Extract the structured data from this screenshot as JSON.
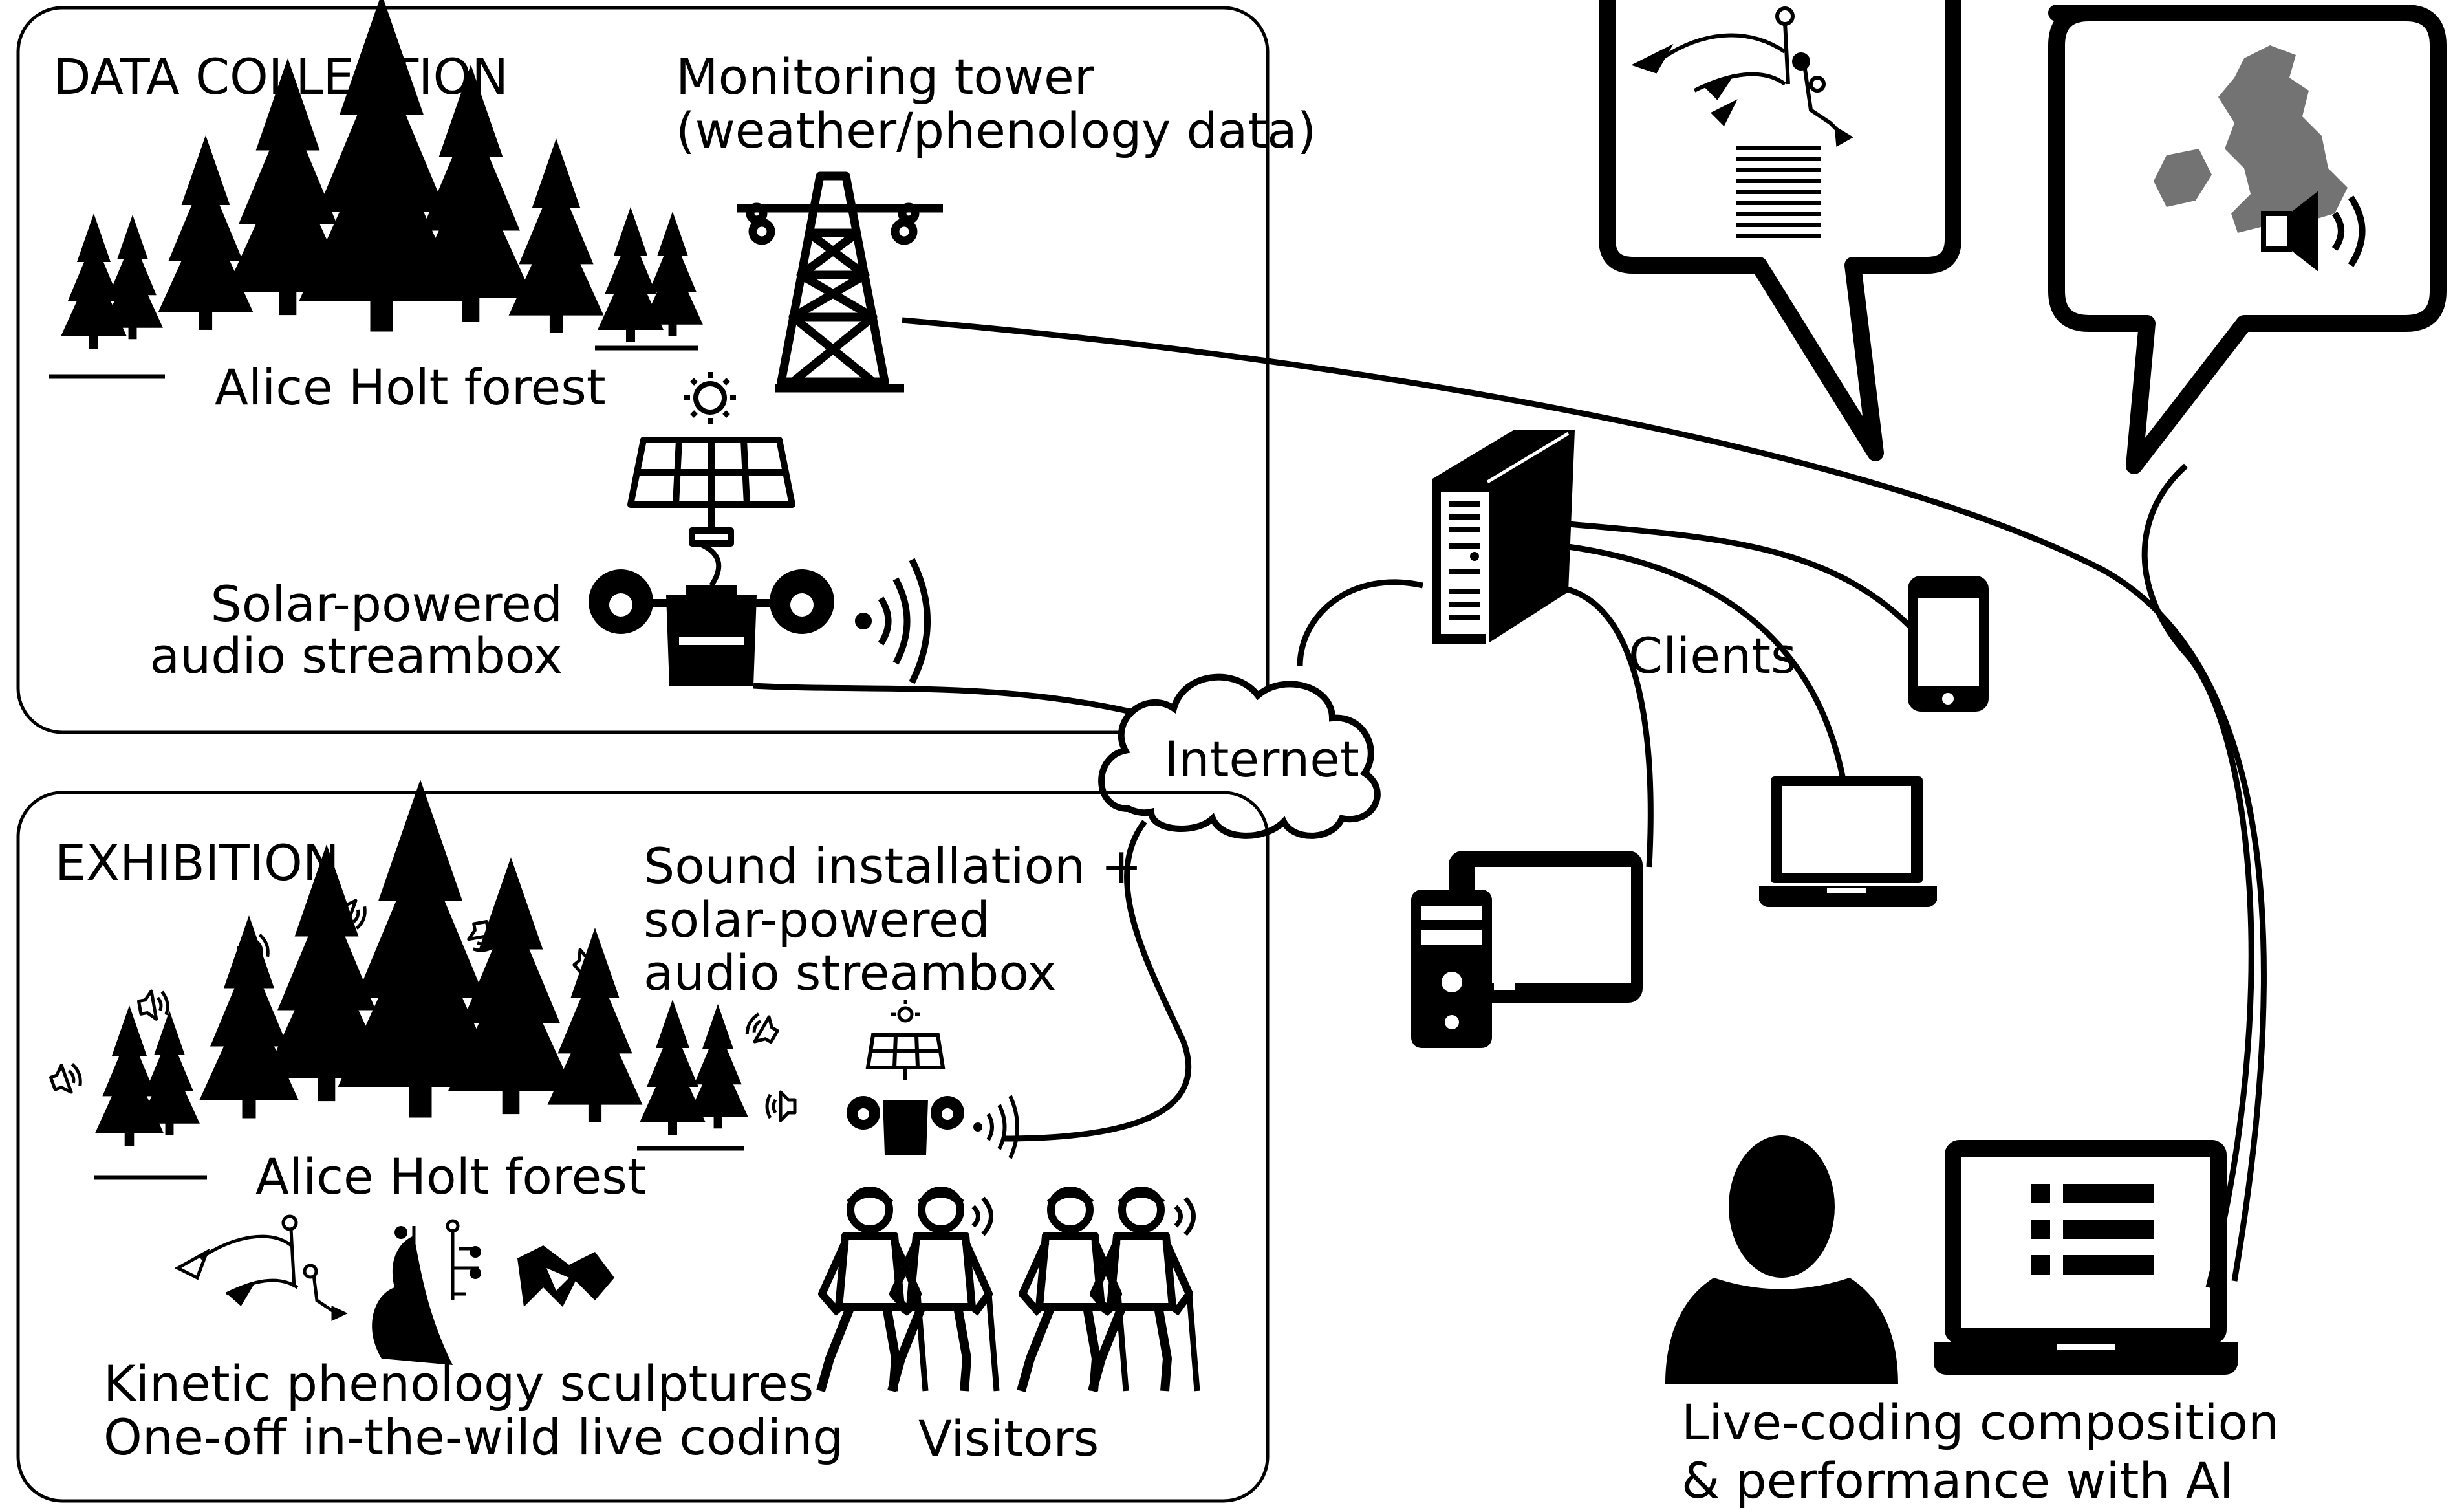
{
  "colors": {
    "ink": "#000000",
    "paper": "#ffffff"
  },
  "data_collection": {
    "title": "DATA COLLECTION",
    "tower_line1": "Monitoring tower",
    "tower_line2": "(weather/phenology data)",
    "forest": "Alice Holt forest",
    "streambox_line1": "Solar-powered",
    "streambox_line2": "audio streambox"
  },
  "network": {
    "internet": "Internet",
    "clients": "Clients"
  },
  "exhibition": {
    "title": "EXHIBITION",
    "install_line1": "Sound installation +",
    "install_line2": "solar-powered",
    "install_line3": "audio streambox",
    "forest": "Alice Holt forest",
    "sculptures_line1": "Kinetic phenology sculptures",
    "sculptures_line2": "One-off in-the-wild live coding",
    "visitors": "Visitors"
  },
  "performer": {
    "line1": "Live-coding composition",
    "line2": "& performance with AI"
  },
  "icons": [
    "tree-icon",
    "monitoring-tower-icon",
    "sun-icon",
    "solar-panel-icon",
    "streambox-icon",
    "sound-wave-icon",
    "server-icon",
    "smartphone-icon",
    "laptop-icon",
    "desktop-computer-icon",
    "tablet-icon",
    "speaker-icon",
    "sculpture-icon",
    "visitor-icon",
    "person-silhouette-icon",
    "speech-bubble-icon",
    "uk-map-icon",
    "code-list-icon"
  ]
}
